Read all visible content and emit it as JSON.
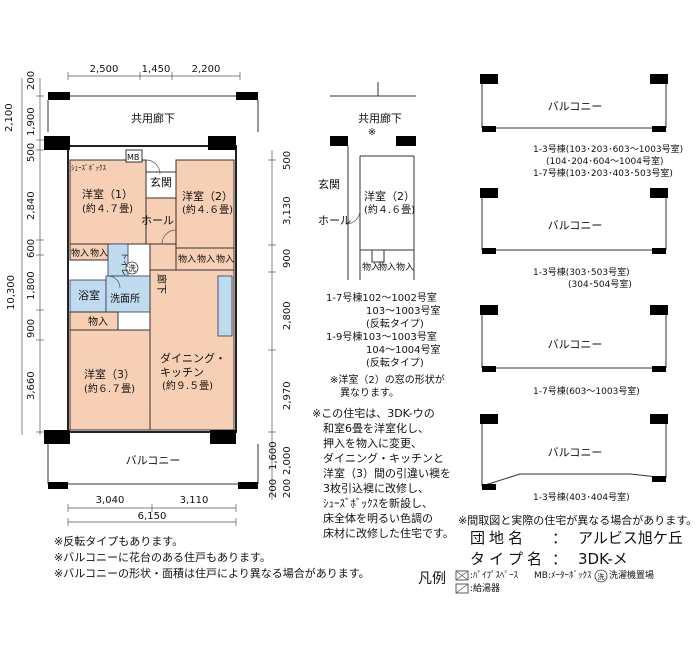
{
  "main_plan": {
    "dims_top": [
      "2,500",
      "1,450",
      "2,200"
    ],
    "dims_left": [
      "200",
      "2,100",
      "1,900",
      "500",
      "2,840",
      "600",
      "1,800",
      "10,300",
      "900",
      "3,660"
    ],
    "dims_right": [
      "500",
      "3,130",
      "900",
      "2,800",
      "2,970",
      "1,600",
      "2,000",
      "200",
      "200"
    ],
    "dims_bottom": [
      "3,040",
      "3,110"
    ],
    "dim_total_width": "6,150",
    "corridor": "共用廊下",
    "balcony": "バルコニー",
    "rooms": {
      "shoes_box": "ｼｭｰｽﾞﾎﾞｯｸｽ",
      "mb": "MB",
      "entrance": "玄関",
      "western1": "洋室（1）",
      "western1_area": "(約４.７畳)",
      "western2": "洋室（2）",
      "western2_area": "(約４.６畳)",
      "hall": "ホール",
      "closet": "物入",
      "toilet": "トイレ",
      "washer": "洗",
      "bath": "浴室",
      "washroom": "洗面所",
      "hallway": "廊下",
      "western3": "洋室（3）",
      "western3_area": "(約６.７畳)",
      "dk1": "ダイニング・",
      "dk2": "キッチン",
      "dk_area": "(約９.５畳)"
    }
  },
  "variant_plan": {
    "corridor": "共用廊下",
    "mark": "※",
    "entrance": "玄関",
    "hall": "ホール",
    "western2": "洋室（2）",
    "western2_area": "(約４.６畳)",
    "closet": "物入",
    "applies": [
      "1-7号棟102～1002号室",
      "　　　　103～1003号室",
      "　　　　(反転タイプ)",
      "1-9号棟103～1003号室",
      "　　　　104～1004号室",
      "　　　　(反転タイプ)"
    ],
    "window_note": [
      "※洋室（2）の窓の形状が",
      "　異なります。"
    ]
  },
  "balcony_types": [
    {
      "label": "バルコニー",
      "caption": [
        "1-3号棟(103･203･603～1003号室)",
        "(104･204･604～1004号室)",
        "1-7号棟(103･203･403･503号室)"
      ]
    },
    {
      "label": "バルコニー",
      "caption": [
        "1-3号棟(303･503号室)",
        "(304･504号室)"
      ]
    },
    {
      "label": "バルコニー",
      "caption": [
        "1-7号棟(603～1003号室)"
      ]
    },
    {
      "label": "バルコニー",
      "caption": [
        "1-3号棟(403･404号室)"
      ]
    }
  ],
  "renovation_note": [
    "※この住宅は、3DK-ウの",
    "　和室6畳を洋室化し、",
    "　押入を物入に変更、",
    "　ダイニング・キッチンと",
    "　洋室（3）間の引違い襖を",
    "　3枚引込襖に改修し、",
    "　ｼｭｰｽﾞﾎﾞｯｸｽを新設し、",
    "　床全体を明るい色調の",
    "　床材に改修した住宅です。"
  ],
  "diff_note": "※間取図と実際の住宅が異なる場合があります。",
  "info": {
    "complex_label": "団地名",
    "complex_value": "アルビス旭ケ丘",
    "type_label": "タイプ名",
    "type_value": "3DK-メ",
    "colon": "："
  },
  "legend": {
    "title": "凡例",
    "pipe_space": ":ﾊﾟｲﾌﾟｽﾍﾟｰｽ",
    "meter_box": "MB:ﾒｰﾀｰﾎﾞｯｸｽ",
    "washer": "洗",
    "washer_text": "洗濯機置場",
    "water_heater": ":給湯器"
  },
  "bottom_notes": [
    "※反転タイプもあります。",
    "※バルコニーに花台のある住戸もあります。",
    "※バルコニーの形状・面積は住戸により異なる場合があります。"
  ]
}
